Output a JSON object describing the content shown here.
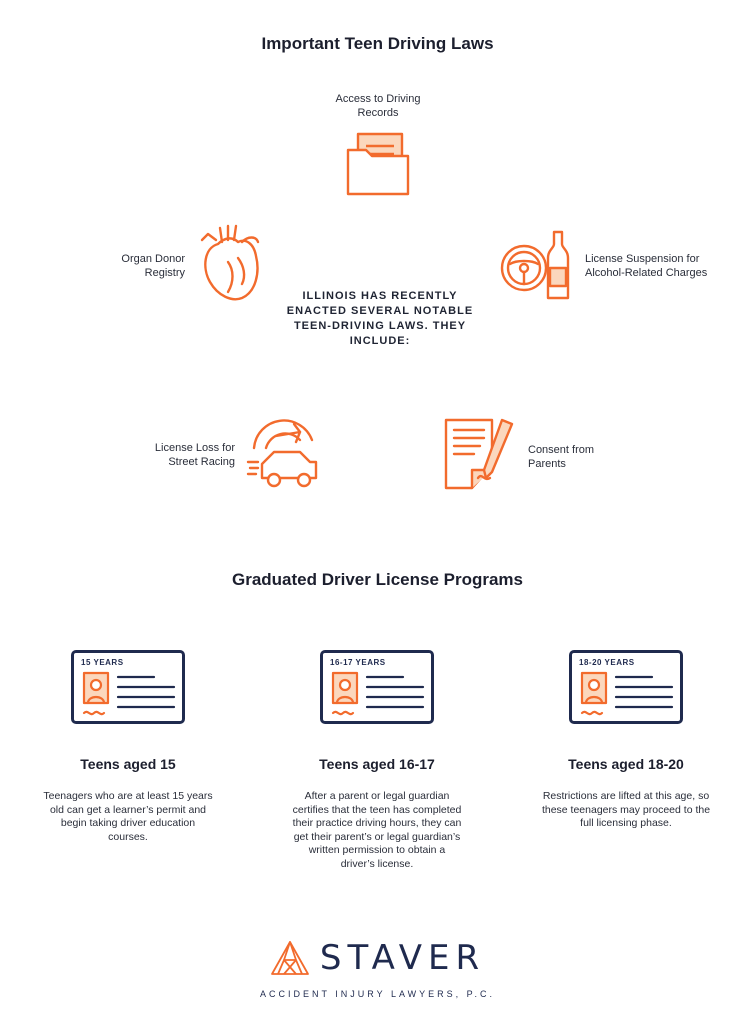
{
  "colors": {
    "accent": "#f26b2d",
    "navy": "#1f2a4e",
    "text": "#1f2433"
  },
  "section1": {
    "title": "Important Teen Driving Laws",
    "center_text": "ILLINOIS HAS RECENTLY ENACTED SEVERAL NOTABLE TEEN-DRIVING LAWS. THEY INCLUDE:",
    "items": [
      {
        "label": "Access to Driving Records",
        "icon": "folder-icon"
      },
      {
        "label": "Organ Donor Registry",
        "icon": "heart-icon"
      },
      {
        "label": "License Suspension for Alcohol-Related Charges",
        "icon": "wheel-bottle-icon"
      },
      {
        "label": "License Loss for Street Racing",
        "icon": "racing-car-icon"
      },
      {
        "label": "Consent from Parents",
        "icon": "document-pen-icon"
      }
    ]
  },
  "section2": {
    "title": "Graduated Driver License Programs",
    "cards": [
      {
        "badge": "15 YEARS",
        "title": "Teens aged 15",
        "desc": "Teenagers who are at least 15 years old can get a learner’s permit and begin taking driver education courses."
      },
      {
        "badge": "16-17 YEARS",
        "title": "Teens aged 16-17",
        "desc": "After a parent or legal guardian certifies that the teen has completed their practice driving hours, they can get their parent’s or legal guardian’s written permission to obtain a driver’s license."
      },
      {
        "badge": "18-20 YEARS",
        "title": "Teens aged 18-20",
        "desc": "Restrictions are lifted at this age, so these teenagers may proceed to the full licensing phase."
      }
    ]
  },
  "footer": {
    "brand": "STAVER",
    "tagline": "ACCIDENT INJURY LAWYERS, P.C."
  }
}
